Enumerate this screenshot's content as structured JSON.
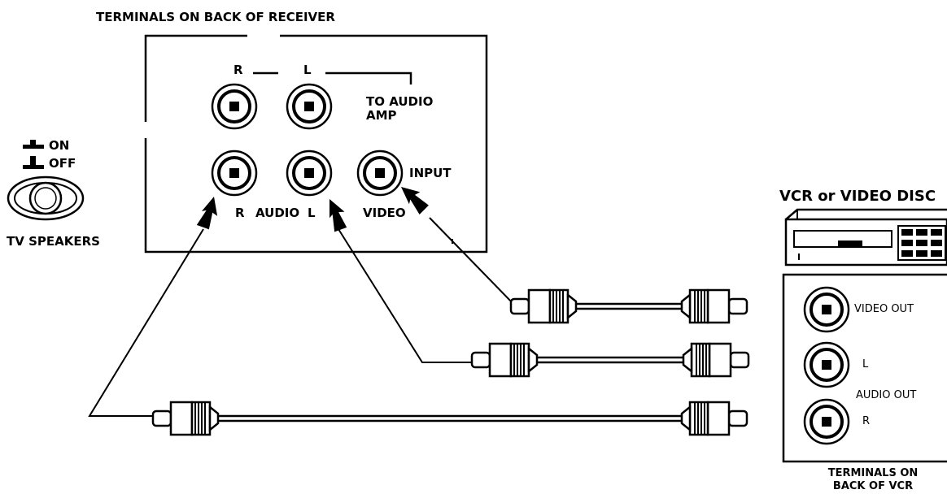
{
  "receiver": {
    "title": "TERMINALS ON BACK OF RECEIVER",
    "top_r": "R",
    "top_l": "L",
    "to_audio_amp_line1": "TO AUDIO",
    "to_audio_amp_line2": "AMP",
    "r_label": "R",
    "audio_label": "AUDIO",
    "l_label": "L",
    "video_label": "VIDEO",
    "input_label": "INPUT"
  },
  "tv_speakers": {
    "on_label": "ON",
    "off_label": "OFF",
    "title": "TV SPEAKERS"
  },
  "vcr": {
    "title": "VCR or VIDEO DISC",
    "video_out": "VIDEO OUT",
    "l_label": "L",
    "audio_out": "AUDIO OUT",
    "r_label": "R",
    "caption_line1": "TERMINALS ON",
    "caption_line2": "BACK OF VCR"
  },
  "colors": {
    "ink": "#000000",
    "background": "#ffffff"
  }
}
